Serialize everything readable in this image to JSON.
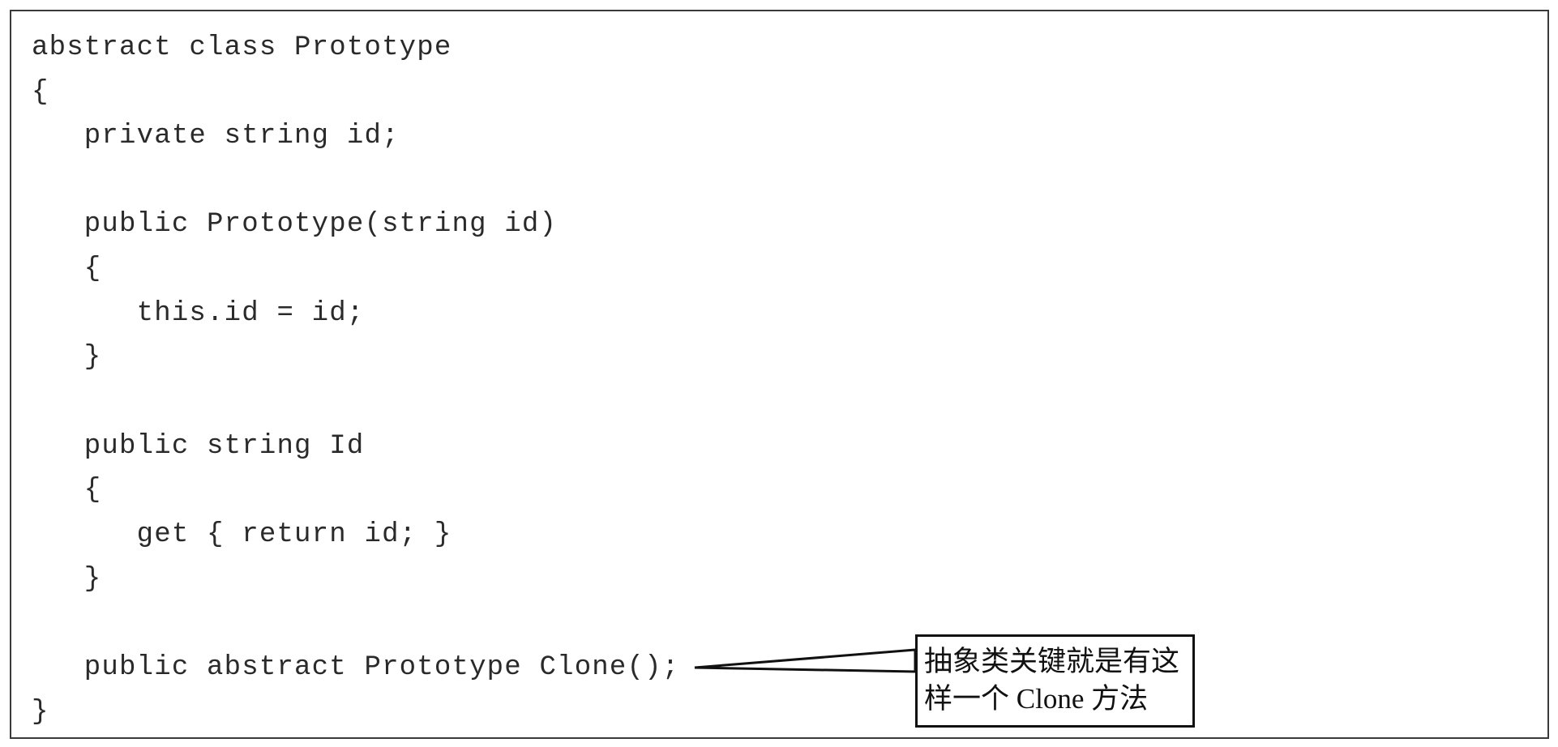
{
  "code": {
    "lines": [
      "abstract class Prototype",
      "{",
      "   private string id;",
      "",
      "   public Prototype(string id)",
      "   {",
      "      this.id = id;",
      "   }",
      "",
      "   public string Id",
      "   {",
      "      get { return id; }",
      "   }",
      "",
      "   public abstract Prototype Clone();",
      "}"
    ]
  },
  "callout": {
    "text": "抽象类关键就是有这样一个 Clone 方法"
  }
}
